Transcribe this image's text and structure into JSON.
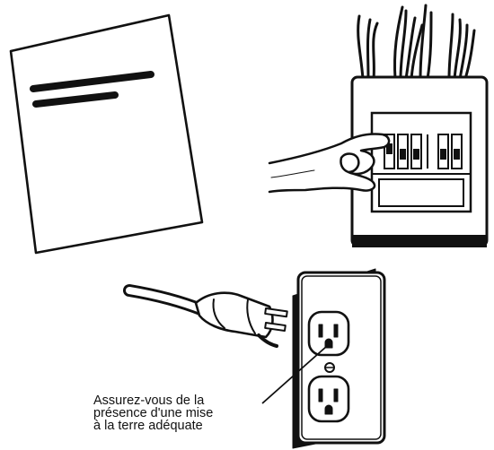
{
  "callout": {
    "lines": [
      "Assurez-vous de la",
      "présence d'une mise",
      "à la terre adéquate"
    ]
  },
  "colors": {
    "ink": "#111111",
    "paper": "#ffffff"
  },
  "illustrations": [
    "manual-document",
    "breaker-panel",
    "hand-switching-breaker",
    "power-cord-plug",
    "grounded-wall-outlet"
  ]
}
